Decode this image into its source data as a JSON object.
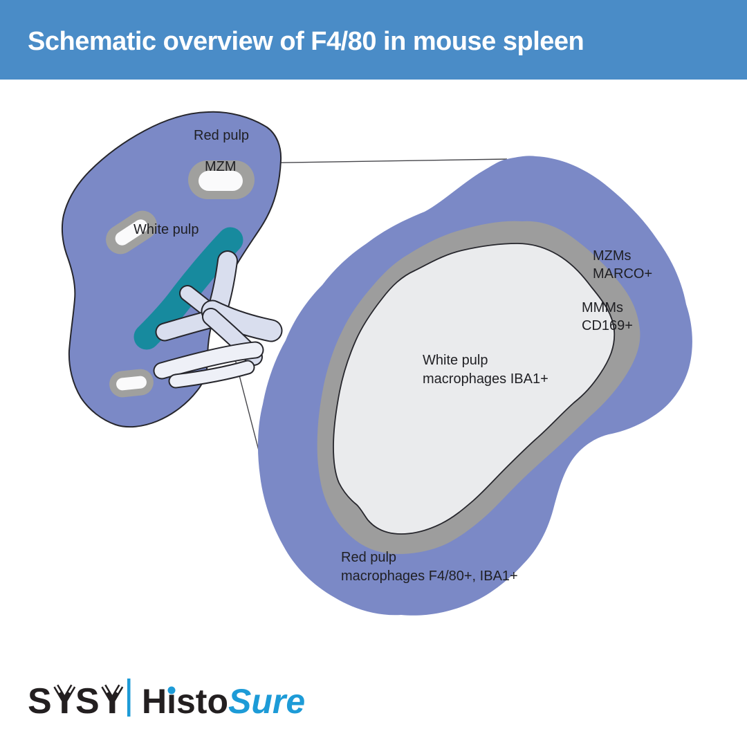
{
  "header": {
    "title": "Schematic overview of F4/80 in mouse spleen"
  },
  "small_spleen": {
    "red_pulp_label": "Red pulp",
    "mzm_label": "MZM",
    "white_pulp_label": "White pulp"
  },
  "zoom_view": {
    "mzms_label_line1": "MZMs",
    "mzms_label_line2": "MARCO+",
    "mmms_label_line1": "MMMs",
    "mmms_label_line2": "CD169+",
    "white_pulp_label_line1": "White pulp",
    "white_pulp_label_line2": "macrophages IBA1+",
    "red_pulp_label_line1": "Red pulp",
    "red_pulp_label_line2": "macrophages F4/80+, IBA1+"
  },
  "logo": {
    "sysy_letters": [
      "S",
      "Y",
      "S",
      "Y"
    ],
    "histo": "Histo",
    "sure": "Sure"
  },
  "colors": {
    "header_blue": "#4A8CC7",
    "title_text": "#FFFFFF",
    "pulp_purple": "#7B89C6",
    "marginal_gray": "#9D9D9D",
    "white_pulp_light": "#EAEBED",
    "nodule_gray": "#A0A09E",
    "nodule_white": "#FAFAFB",
    "hilum_teal": "#178A9E",
    "vessel_fill": "#D9DEEE",
    "vessel_light": "#EEF0F7",
    "text_dark": "#1F1F23",
    "logo_black": "#231F20",
    "logo_blue": "#1D9BD7"
  }
}
